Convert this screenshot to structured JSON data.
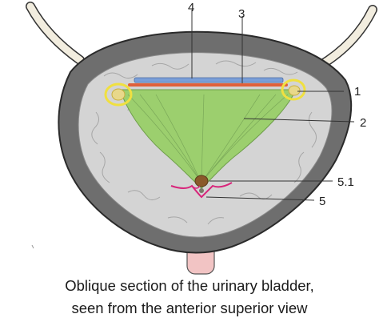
{
  "labels": {
    "l1": "1",
    "l2": "2",
    "l3": "3",
    "l4": "4",
    "l5": "5",
    "l51": "5.1"
  },
  "caption": {
    "line1": "Oblique section of the urinary bladder,",
    "line2": "seen from the anterior superior view"
  },
  "colors": {
    "outer_wall": "#6e6e6e",
    "mucosa": "#d4d4d4",
    "trigone": "#9ccf6e",
    "ureter": "#f0e040",
    "blue_band": "#7a9fd8",
    "orange_band": "#e0603a",
    "pink_line": "#d8247a",
    "urethra": "#f2c4c4",
    "brown_orifice": "#8a5a2a",
    "ligament": "#ffffff"
  }
}
